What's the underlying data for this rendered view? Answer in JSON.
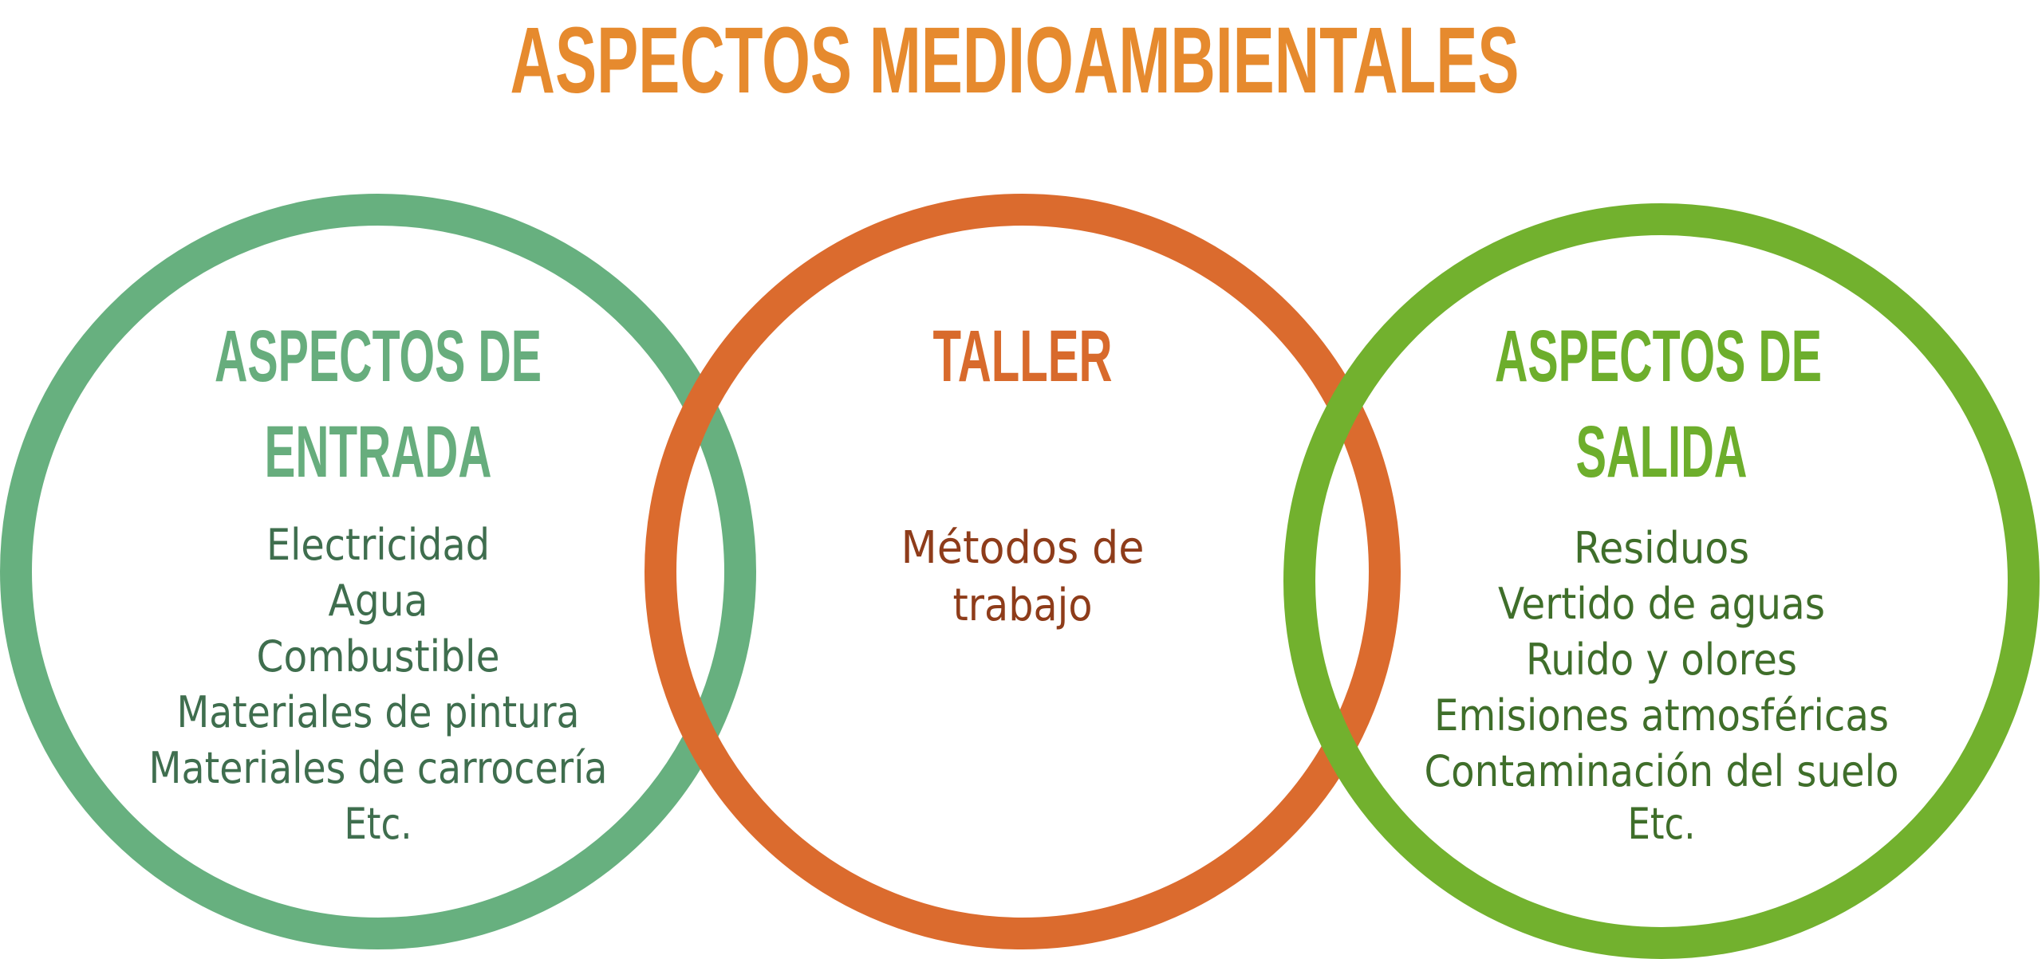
{
  "title": "ASPECTOS MEDIOAMBIENTALES",
  "colors": {
    "title": "#E68A2E",
    "left_ring": "#67B07F",
    "middle_ring": "#DB6B2E",
    "right_ring": "#72B12E",
    "left_heading": "#67AD7D",
    "middle_heading": "#D86A2C",
    "right_heading": "#6DAE2C",
    "left_items": "#3F6E4E",
    "middle_items": "#8E3C1A",
    "right_items": "#3F6E2A"
  },
  "circles": {
    "left": {
      "heading": [
        "ASPECTOS DE",
        "ENTRADA"
      ],
      "items": [
        "Electricidad",
        "Agua",
        "Combustible",
        "Materiales de pintura",
        "Materiales de carrocería",
        "Etc."
      ]
    },
    "middle": {
      "heading": [
        "TALLER"
      ],
      "items": [
        "Métodos de",
        "trabajo"
      ]
    },
    "right": {
      "heading": [
        "ASPECTOS DE",
        "SALIDA"
      ],
      "items": [
        "Residuos",
        "Vertido de aguas",
        "Ruido y olores",
        "Emisiones atmosféricas",
        "Contaminación del suelo",
        "Etc."
      ]
    }
  }
}
